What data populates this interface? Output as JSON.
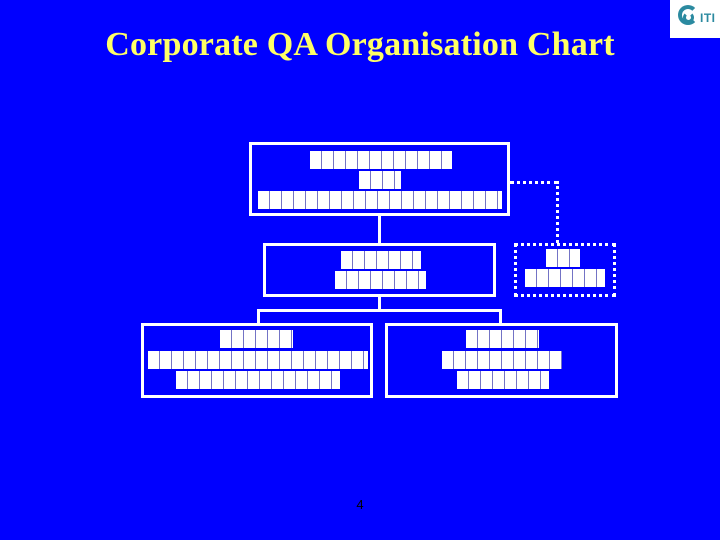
{
  "slide": {
    "title": "Corporate QA Organisation Chart",
    "page_number": "4"
  },
  "logo": {
    "text": "ITI"
  },
  "colors": {
    "background": "#0000ff",
    "title": "#ffff66",
    "boxes": "#ffffff"
  }
}
